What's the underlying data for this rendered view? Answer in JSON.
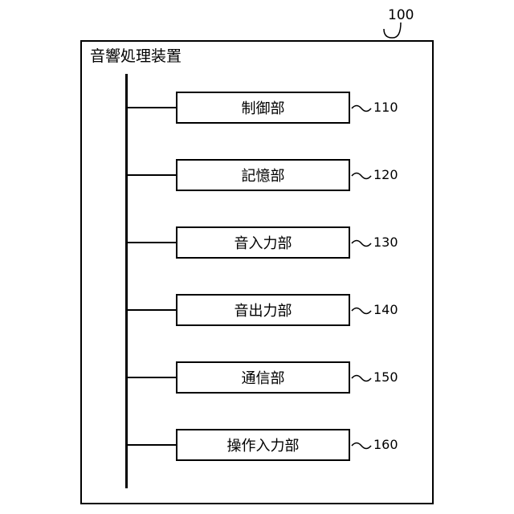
{
  "diagram": {
    "reference_number": "100",
    "device_title": "音響処理装置",
    "units": [
      {
        "label": "制御部",
        "ref": "110"
      },
      {
        "label": "記憶部",
        "ref": "120"
      },
      {
        "label": "音入力部",
        "ref": "130"
      },
      {
        "label": "音出力部",
        "ref": "140"
      },
      {
        "label": "通信部",
        "ref": "150"
      },
      {
        "label": "操作入力部",
        "ref": "160"
      }
    ]
  }
}
